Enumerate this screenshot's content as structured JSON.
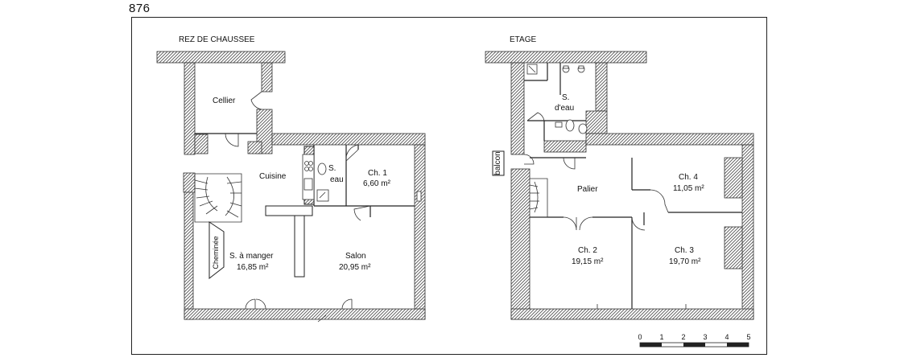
{
  "page_number": "876",
  "ground_floor": {
    "title": "REZ DE CHAUSSEE",
    "rooms": {
      "cellier": "Cellier",
      "cuisine": "Cuisine",
      "sde_line1": "S.",
      "sde_line2": "eau",
      "ch1_name": "Ch. 1",
      "ch1_area": "6,60 m²",
      "cheminee": "Cheminée",
      "salle_a_manger_name": "S. à manger",
      "salle_a_manger_area": "16,85 m²",
      "salon_name": "Salon",
      "salon_area": "20,95 m²"
    }
  },
  "upper_floor": {
    "title": "ETAGE",
    "rooms": {
      "sde_line1": "S.",
      "sde_line2": "d'eau",
      "balcon": "balcon",
      "palier": "Palier",
      "ch4_name": "Ch. 4",
      "ch4_area": "11,05 m²",
      "ch2_name": "Ch. 2",
      "ch2_area": "19,15 m²",
      "ch3_name": "Ch. 3",
      "ch3_area": "19,70 m²"
    }
  },
  "scale_bar": {
    "ticks": [
      "0",
      "1",
      "2",
      "3",
      "4",
      "5"
    ]
  }
}
